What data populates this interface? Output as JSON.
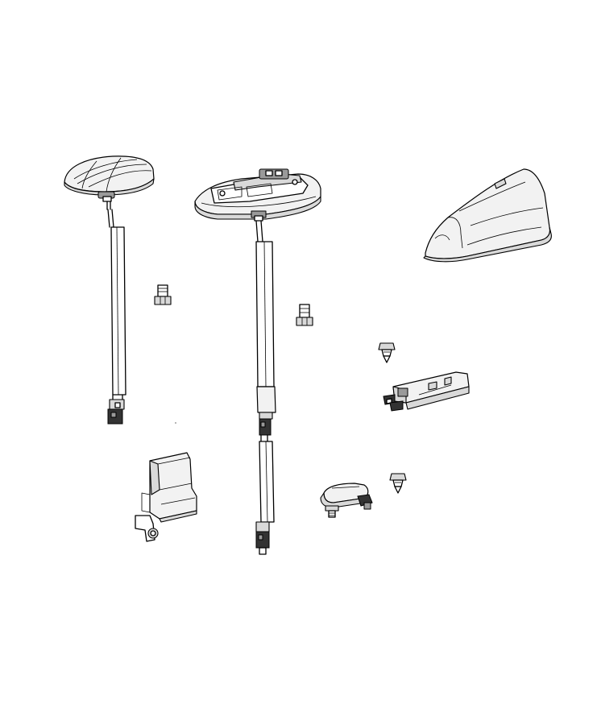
{
  "diagram": {
    "colors": {
      "line": "#000000",
      "background": "#ffffff",
      "shade_light": "#f2f2f2",
      "shade_mid": "#d9d9d9",
      "shade_dark": "#9a9a9a"
    },
    "parts": [
      {
        "id": "puck-antenna"
      },
      {
        "id": "puck-antenna-cable"
      },
      {
        "id": "roof-antenna-module"
      },
      {
        "id": "roof-antenna-cable"
      },
      {
        "id": "shark-fin-cover"
      },
      {
        "id": "bolt-left"
      },
      {
        "id": "bolt-center"
      },
      {
        "id": "screw-upper-right"
      },
      {
        "id": "screw-lower-right"
      },
      {
        "id": "antenna-module-long"
      },
      {
        "id": "antenna-module-small"
      },
      {
        "id": "bracket-block"
      }
    ]
  }
}
